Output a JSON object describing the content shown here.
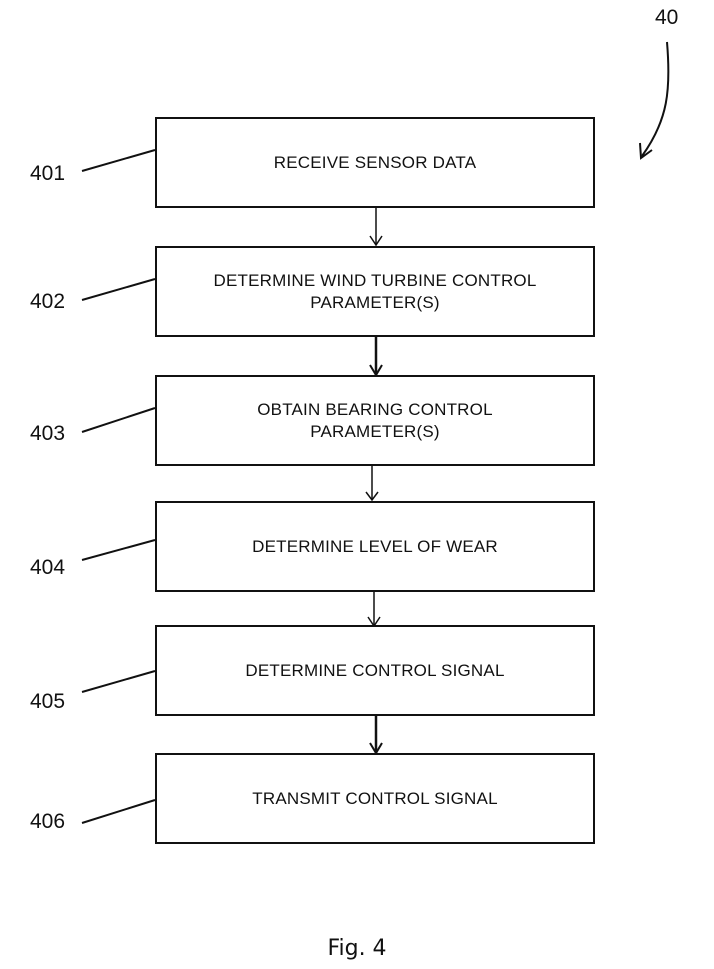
{
  "figure": {
    "reference": "40",
    "caption": "Fig. 4"
  },
  "steps": [
    {
      "ref": "401",
      "label": "RECEIVE SENSOR DATA"
    },
    {
      "ref": "402",
      "label": "DETERMINE WIND TURBINE CONTROL\nPARAMETER(S)"
    },
    {
      "ref": "403",
      "label": "OBTAIN BEARING CONTROL\nPARAMETER(S)"
    },
    {
      "ref": "404",
      "label": "DETERMINE LEVEL OF WEAR"
    },
    {
      "ref": "405",
      "label": "DETERMINE CONTROL SIGNAL"
    },
    {
      "ref": "406",
      "label": "TRANSMIT CONTROL SIGNAL"
    }
  ]
}
